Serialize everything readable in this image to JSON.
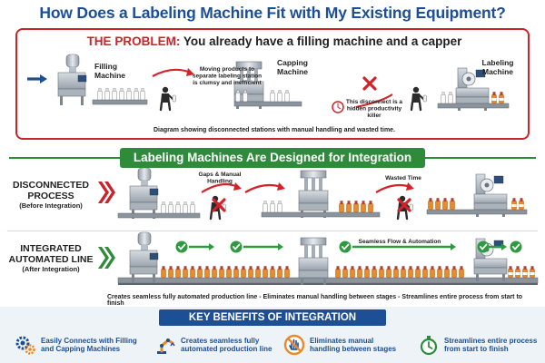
{
  "title": "How Does a Labeling Machine Fit with My Existing Equipment?",
  "problem": {
    "heading_red": "THE PROBLEM:",
    "heading_rest": " You already have a filling machine and a capper",
    "filling_label": [
      "Filling",
      "Machine"
    ],
    "capping_label": [
      "Capping",
      "Machine"
    ],
    "labeling_label": [
      "Labeling",
      "Machine"
    ],
    "note_moving": [
      "Moving products to",
      "separate labeling station",
      "is clumsy and inefficient"
    ],
    "note_disconnect": [
      "This disconnect is a",
      "hidden productivity",
      "killer"
    ],
    "caption": "Diagram showing disconnected stations with manual handling and wasted time."
  },
  "integration_banner": "Labeling Machines Are Designed for Integration",
  "disconnected": {
    "label_line1": "DISCONNECTED",
    "label_line2": "PROCESS",
    "label_sub": "(Before Integration)",
    "note_gaps": [
      "Gaps & Manual",
      "Handling"
    ],
    "note_wasted": "Wasted Time"
  },
  "integrated": {
    "label_line1": "INTEGRATED",
    "label_line2": "AUTOMATED LINE",
    "label_sub": "(After Integration)",
    "note_flow": "Seamless Flow & Automation",
    "caption": "Creates seamless fully automated production line - Eliminates manual handling between stages - Streamlines entire process from start to finish"
  },
  "benefits": {
    "heading": "KEY BENEFITS OF INTEGRATION",
    "items": [
      {
        "icon": "gears-icon",
        "lines": [
          "Easily Connects with Filling",
          "and Capping Machines"
        ]
      },
      {
        "icon": "robot-arm-icon",
        "lines": [
          "Creates seamless fully",
          "automated production line"
        ]
      },
      {
        "icon": "no-hand-icon",
        "lines": [
          "Eliminates manual",
          "handling between stages"
        ]
      },
      {
        "icon": "stopwatch-icon",
        "lines": [
          "Streamlines entire process",
          "from start to finish"
        ]
      }
    ]
  },
  "colors": {
    "brand_blue": "#1c4f96",
    "problem_red": "#c8242b",
    "integration_green": "#2e8b3a",
    "bottle_orange": "#e8892b"
  }
}
